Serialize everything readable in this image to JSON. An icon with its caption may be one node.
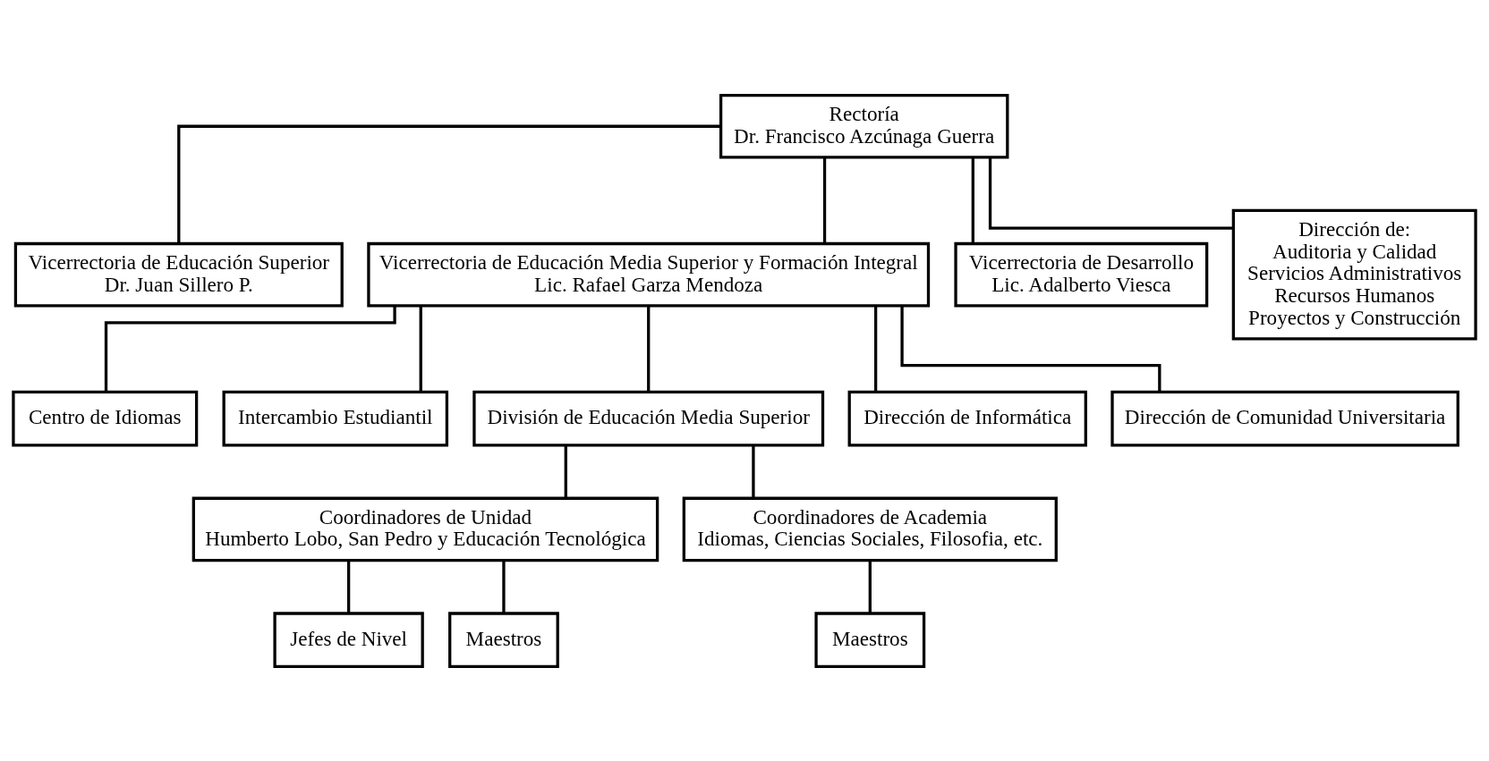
{
  "diagram": {
    "nodes": [
      {
        "text": [
          "Rectoría",
          "Dr. Francisco Azcúnaga Guerra"
        ]
      },
      {
        "text": [
          "Vicerrectoria de Educación Superior",
          "Dr. Juan Sillero P."
        ]
      },
      {
        "text": [
          "Vicerrectoria de Educación Media Superior y Formación Integral",
          "Lic. Rafael Garza Mendoza"
        ]
      },
      {
        "text": [
          "Vicerrectoria de Desarrollo",
          "Lic. Adalberto Viesca"
        ]
      },
      {
        "text": [
          "Dirección de:",
          "Auditoria y Calidad",
          "Servicios Administrativos",
          "Recursos Humanos",
          "Proyectos y Construcción"
        ]
      },
      {
        "text": [
          "Centro de Idiomas"
        ]
      },
      {
        "text": [
          "Intercambio Estudiantil"
        ]
      },
      {
        "text": [
          "División de Educación Media Superior"
        ]
      },
      {
        "text": [
          "Dirección de Informática"
        ]
      },
      {
        "text": [
          "Dirección de Comunidad Universitaria"
        ]
      },
      {
        "text": [
          "Coordinadores de Unidad",
          "Humberto Lobo, San Pedro y Educación Tecnológica"
        ]
      },
      {
        "text": [
          "Coordinadores de Academia",
          "Idiomas, Ciencias Sociales, Filosofia, etc."
        ]
      },
      {
        "text": [
          "Jefes de Nivel"
        ]
      },
      {
        "text": [
          "Maestros"
        ]
      },
      {
        "text": [
          "Maestros"
        ]
      }
    ],
    "edges": [
      {
        "from": 0,
        "to": 1,
        "arrow": "none"
      },
      {
        "from": 0,
        "to": 2,
        "arrow": "none"
      },
      {
        "from": 0,
        "to": 3,
        "arrow": "none"
      },
      {
        "from": 0,
        "to": 4,
        "arrow": "none"
      },
      {
        "from": 2,
        "to": 5,
        "arrow": "none"
      },
      {
        "from": 2,
        "to": 6,
        "arrow": "none"
      },
      {
        "from": 2,
        "to": 7,
        "arrow": "none"
      },
      {
        "from": 2,
        "to": 8,
        "arrow": "none"
      },
      {
        "from": 2,
        "to": 9,
        "arrow": "none"
      },
      {
        "from": 7,
        "to": 10,
        "arrow": "none"
      },
      {
        "from": 7,
        "to": 11,
        "arrow": "none"
      },
      {
        "from": 10,
        "to": 12,
        "arrow": "none"
      },
      {
        "from": 10,
        "to": 13,
        "arrow": "none"
      },
      {
        "from": 11,
        "to": 14,
        "arrow": "none"
      }
    ]
  }
}
